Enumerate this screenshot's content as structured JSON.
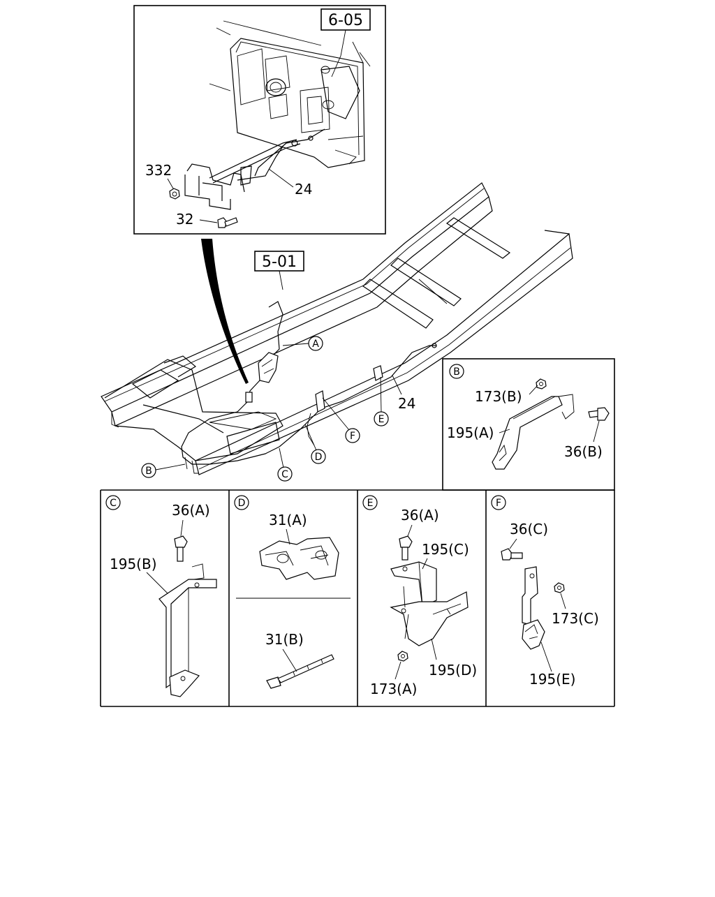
{
  "refs": {
    "top": "6-05",
    "frame": "5-01"
  },
  "detail_top": {
    "labels": {
      "nut": "332",
      "bolt": "32",
      "cable": "24"
    }
  },
  "main": {
    "callouts": {
      "A": "A",
      "B": "B",
      "C": "C",
      "D": "D",
      "E": "E",
      "F": "F"
    },
    "cable_label": "24"
  },
  "panel_B": {
    "letter": "B",
    "labels": {
      "nut": "173(B)",
      "bracket": "195(A)",
      "bolt": "36(B)"
    }
  },
  "panel_C": {
    "letter": "C",
    "labels": {
      "bolt": "36(A)",
      "bracket": "195(B)"
    }
  },
  "panel_D": {
    "letter": "D",
    "labels": {
      "clip": "31(A)",
      "tie": "31(B)"
    }
  },
  "panel_E": {
    "letter": "E",
    "labels": {
      "bolt": "36(A)",
      "bracket_upper": "195(C)",
      "bracket_lower": "195(D)",
      "nut": "173(A)"
    }
  },
  "panel_F": {
    "letter": "F",
    "labels": {
      "bolt": "36(C)",
      "nut": "173(C)",
      "bracket": "195(E)"
    }
  }
}
